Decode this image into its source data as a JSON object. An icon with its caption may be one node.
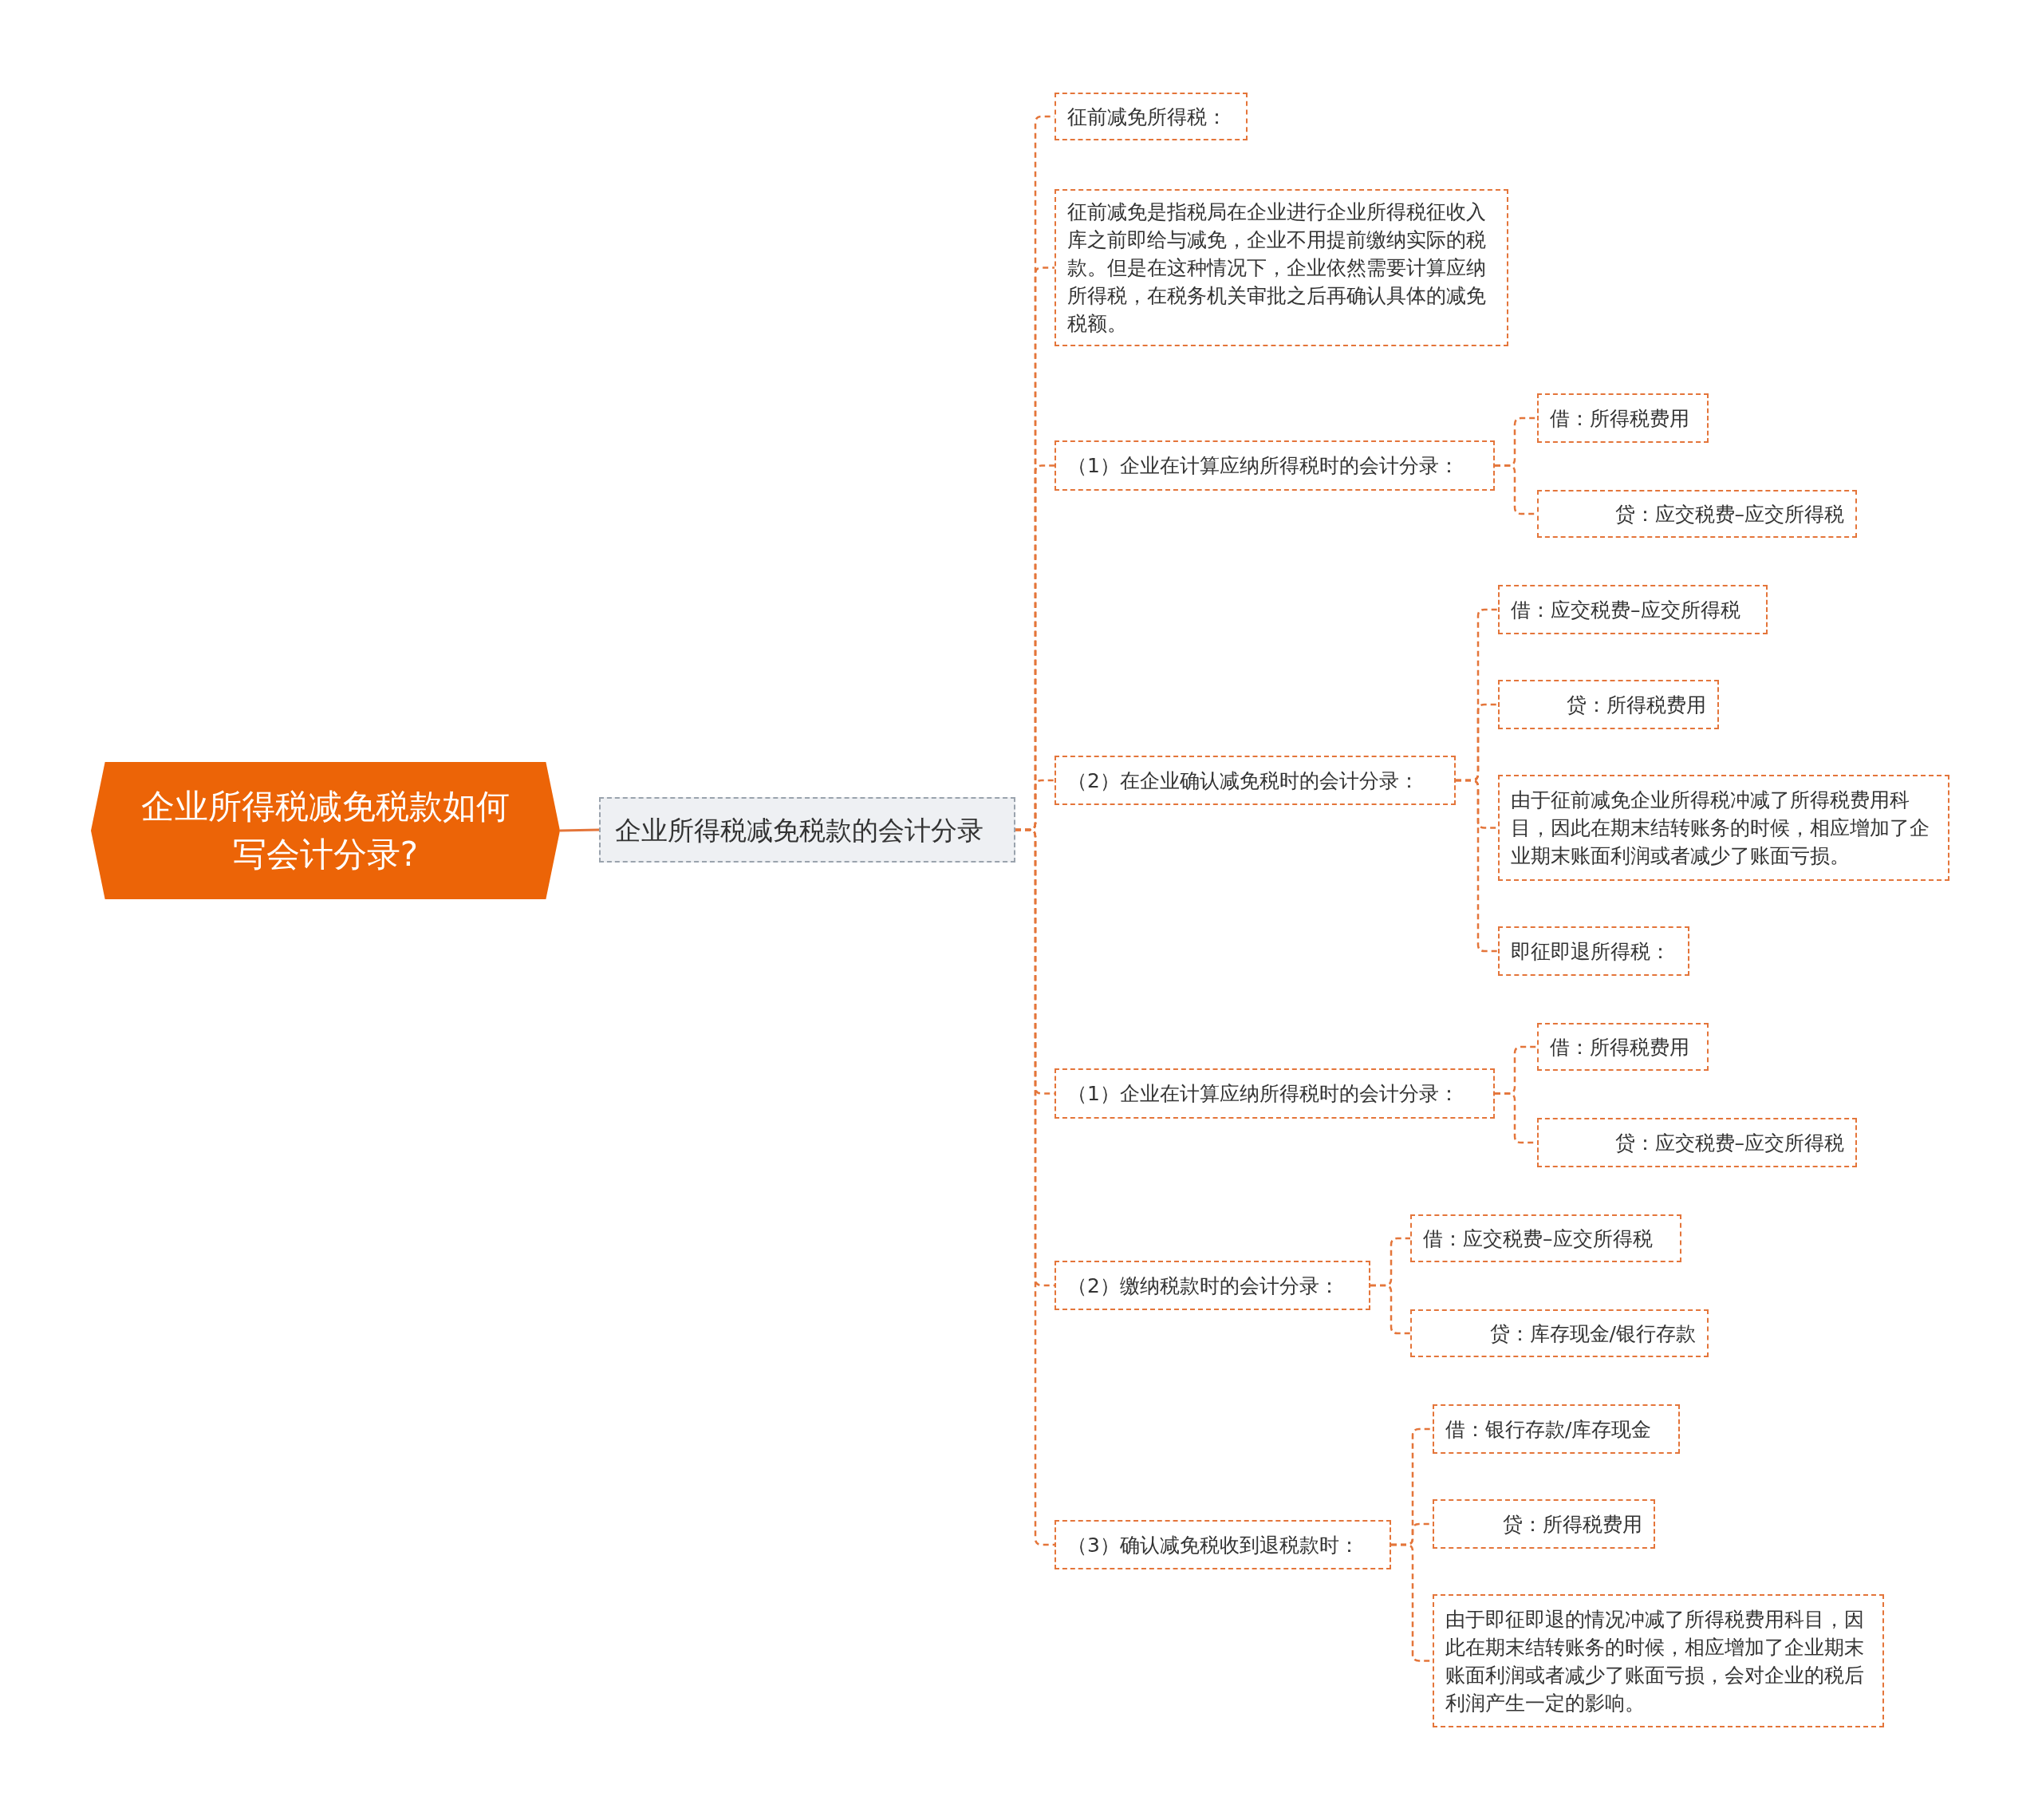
{
  "diagram": {
    "nodes": [
      {
        "text": [
          "企业所得税减免税款如何写会计分录?"
        ]
      },
      {
        "text": [
          "企业所得税减免税款的会计分录"
        ]
      },
      {
        "text": [
          "征前减免所得税："
        ]
      },
      {
        "text": [
          "征前减免是指税局在企业进行企业所得税征收入库之前即给与减免，企业不用提前缴纳实际的税款。但是在这种情况下，企业依然需要计算应纳所得税，在税务机关审批之后再确认具体的减免税额。"
        ]
      },
      {
        "text": [
          "（1）企业在计算应纳所得税时的会计分录："
        ]
      },
      {
        "text": [
          "借：所得税费用"
        ]
      },
      {
        "text": [
          "贷：应交税费–应交所得税"
        ]
      },
      {
        "text": [
          "（2）在企业确认减免税时的会计分录："
        ]
      },
      {
        "text": [
          "借：应交税费–应交所得税"
        ]
      },
      {
        "text": [
          "贷：所得税费用"
        ]
      },
      {
        "text": [
          "由于征前减免企业所得税冲减了所得税费用科目，因此在期末结转账务的时候，相应增加了企业期末账面利润或者减少了账面亏损。"
        ]
      },
      {
        "text": [
          "即征即退所得税："
        ]
      },
      {
        "text": [
          "（1）企业在计算应纳所得税时的会计分录："
        ]
      },
      {
        "text": [
          "借：所得税费用"
        ]
      },
      {
        "text": [
          "贷：应交税费–应交所得税"
        ]
      },
      {
        "text": [
          "（2）缴纳税款时的会计分录："
        ]
      },
      {
        "text": [
          "借：应交税费–应交所得税"
        ]
      },
      {
        "text": [
          "贷：库存现金/银行存款"
        ]
      },
      {
        "text": [
          "（3）确认减免税收到退税款时："
        ]
      },
      {
        "text": [
          "借：银行存款/库存现金"
        ]
      },
      {
        "text": [
          "贷：所得税费用"
        ]
      },
      {
        "text": [
          "由于即征即退的情况冲减了所得税费用科目，因此在期末结转账务的时候，相应增加了企业期末账面利润或者减少了账面亏损，会对企业的税后利润产生一定的影响。"
        ]
      }
    ],
    "edges": [
      {
        "from": 0,
        "to": 1,
        "arrow": "none"
      },
      {
        "from": 1,
        "to": 2,
        "arrow": "none",
        "style": "dashed"
      },
      {
        "from": 1,
        "to": 3,
        "arrow": "none",
        "style": "dashed"
      },
      {
        "from": 1,
        "to": 4,
        "arrow": "none",
        "style": "dashed"
      },
      {
        "from": 4,
        "to": 5,
        "arrow": "none",
        "style": "dashed"
      },
      {
        "from": 4,
        "to": 6,
        "arrow": "none",
        "style": "dashed"
      },
      {
        "from": 1,
        "to": 7,
        "arrow": "none",
        "style": "dashed"
      },
      {
        "from": 7,
        "to": 8,
        "arrow": "none",
        "style": "dashed"
      },
      {
        "from": 7,
        "to": 9,
        "arrow": "none",
        "style": "dashed"
      },
      {
        "from": 7,
        "to": 10,
        "arrow": "none",
        "style": "dashed"
      },
      {
        "from": 7,
        "to": 11,
        "arrow": "none",
        "style": "dashed"
      },
      {
        "from": 1,
        "to": 12,
        "arrow": "none",
        "style": "dashed"
      },
      {
        "from": 12,
        "to": 13,
        "arrow": "none",
        "style": "dashed"
      },
      {
        "from": 12,
        "to": 14,
        "arrow": "none",
        "style": "dashed"
      },
      {
        "from": 1,
        "to": 15,
        "arrow": "none",
        "style": "dashed"
      },
      {
        "from": 15,
        "to": 16,
        "arrow": "none",
        "style": "dashed"
      },
      {
        "from": 15,
        "to": 17,
        "arrow": "none",
        "style": "dashed"
      },
      {
        "from": 1,
        "to": 18,
        "arrow": "none",
        "style": "dashed"
      },
      {
        "from": 18,
        "to": 19,
        "arrow": "none",
        "style": "dashed"
      },
      {
        "from": 18,
        "to": 20,
        "arrow": "none",
        "style": "dashed"
      },
      {
        "from": 18,
        "to": 21,
        "arrow": "none",
        "style": "dashed"
      }
    ]
  }
}
